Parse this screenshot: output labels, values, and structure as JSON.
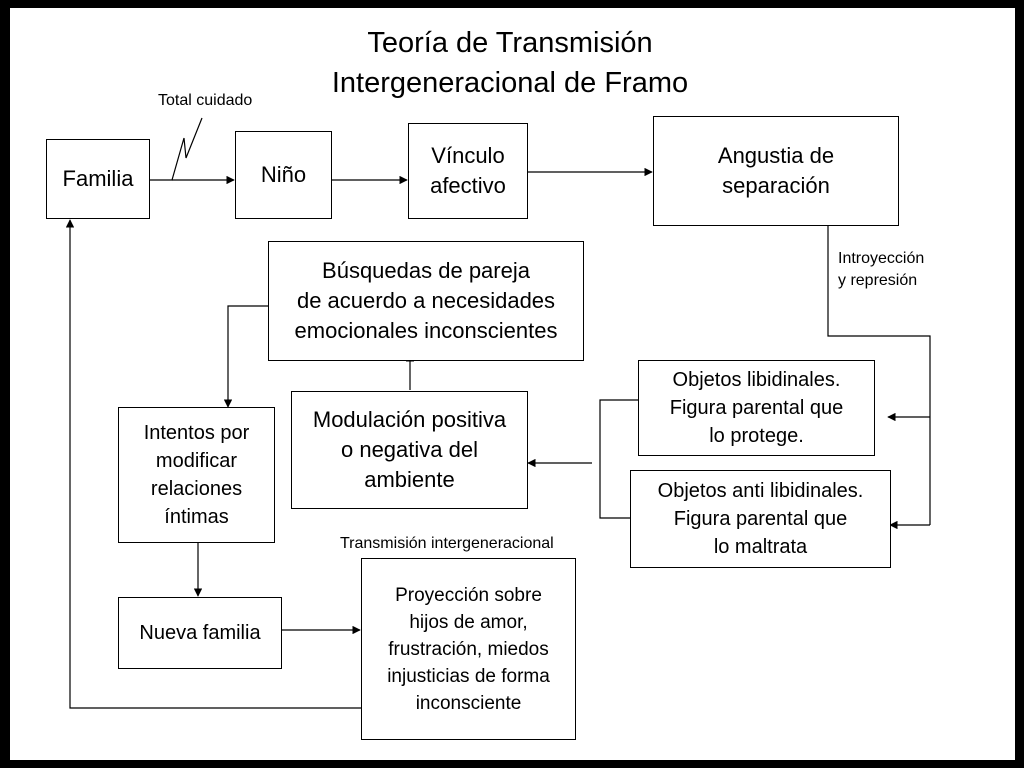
{
  "title_line1": "Teoría de Transmisión",
  "title_line2": "Intergeneracional de Framo",
  "boxes": {
    "familia": "Familia",
    "nino": "Niño",
    "vinculo": "Vínculo\nafectivo",
    "angustia": "Angustia de\nseparación",
    "busquedas": "Búsquedas de pareja\nde acuerdo a necesidades\nemocionales inconscientes",
    "objetos_libidinales": "Objetos libidinales.\nFigura parental que\nlo protege.",
    "objetos_anti": "Objetos anti libidinales.\nFigura parental que\nlo maltrata",
    "modulacion": "Modulación positiva\no negativa del\nambiente",
    "intentos": "Intentos por\nmodificar\nrelaciones\níntimas",
    "nueva_familia": "Nueva familia",
    "proyeccion": "Proyección sobre\nhijos de amor,\nfrustración, miedos\ninjusticias de forma\ninconsciente"
  },
  "labels": {
    "total_cuidado": "Total cuidado",
    "introyeccion": "Introyección\ny represión",
    "transmision": "Transmisión intergeneracional"
  }
}
